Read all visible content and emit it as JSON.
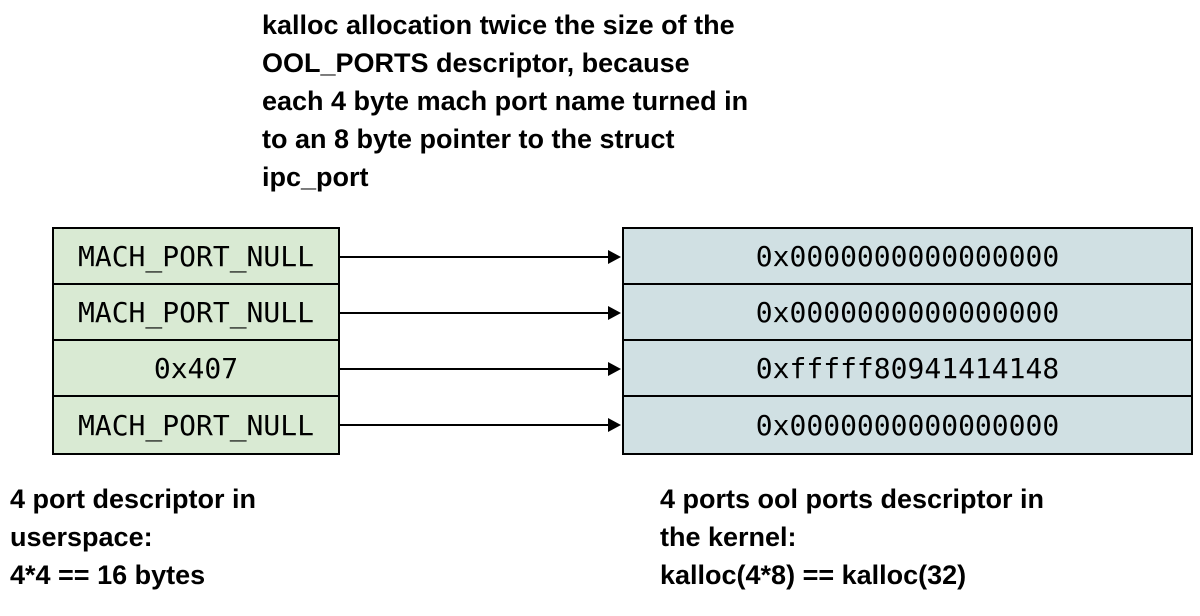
{
  "colors": {
    "background": "#ffffff",
    "userspace_fill": "#d9ead3",
    "kernel_fill": "#d0e0e3",
    "border": "#000000",
    "text": "#000000"
  },
  "top_note": {
    "lines": [
      "kalloc allocation twice the size of the",
      "OOL_PORTS descriptor, because",
      "each 4 byte mach port name turned in",
      "to an 8 byte pointer to the struct",
      "ipc_port"
    ]
  },
  "userspace_table": {
    "rows": [
      "MACH_PORT_NULL",
      "MACH_PORT_NULL",
      "0x407",
      "MACH_PORT_NULL"
    ]
  },
  "kernel_table": {
    "rows": [
      "0x0000000000000000",
      "0x0000000000000000",
      "0xfffff80941414148",
      "0x0000000000000000"
    ]
  },
  "caption_left": {
    "lines": [
      "4 port descriptor in",
      "userspace:",
      "4*4 == 16 bytes"
    ]
  },
  "caption_right": {
    "lines": [
      "4 ports ool ports descriptor in",
      "the kernel:",
      "kalloc(4*8) == kalloc(32)"
    ]
  }
}
